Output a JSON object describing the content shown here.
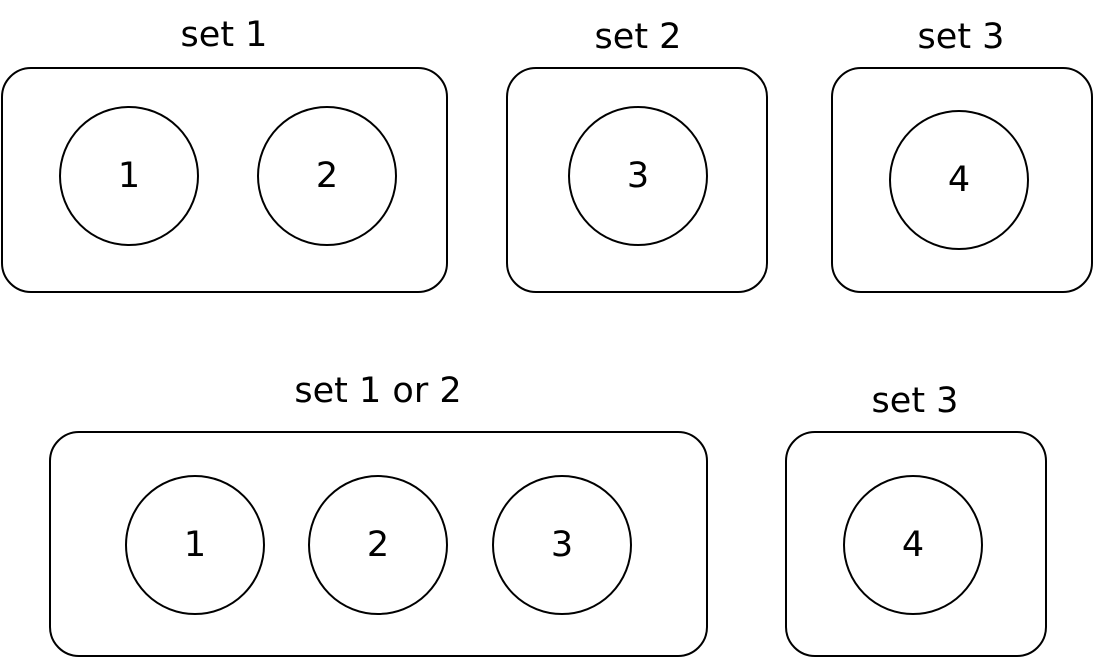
{
  "top_row": {
    "sets": [
      {
        "label": "set 1",
        "elements": [
          "1",
          "2"
        ]
      },
      {
        "label": "set 2",
        "elements": [
          "3"
        ]
      },
      {
        "label": "set 3",
        "elements": [
          "4"
        ]
      }
    ]
  },
  "bottom_row": {
    "sets": [
      {
        "label": "set 1 or 2",
        "elements": [
          "1",
          "2",
          "3"
        ]
      },
      {
        "label": "set 3",
        "elements": [
          "4"
        ]
      }
    ]
  }
}
